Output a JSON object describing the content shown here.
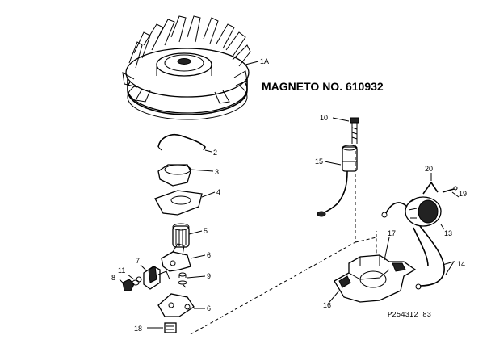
{
  "title": "MAGNETO NO. 610932",
  "code": "P2543I2 83",
  "labels": {
    "l1a": "1A",
    "l2": "2",
    "l3": "3",
    "l4": "4",
    "l5": "5",
    "l6a": "6",
    "l6b": "6",
    "l7": "7",
    "l8": "8",
    "l9": "9",
    "l10": "10",
    "l11": "11",
    "l13": "13",
    "l14": "14",
    "l15": "15",
    "l16": "16",
    "l17": "17",
    "l18": "18",
    "l19": "19",
    "l20": "20"
  }
}
